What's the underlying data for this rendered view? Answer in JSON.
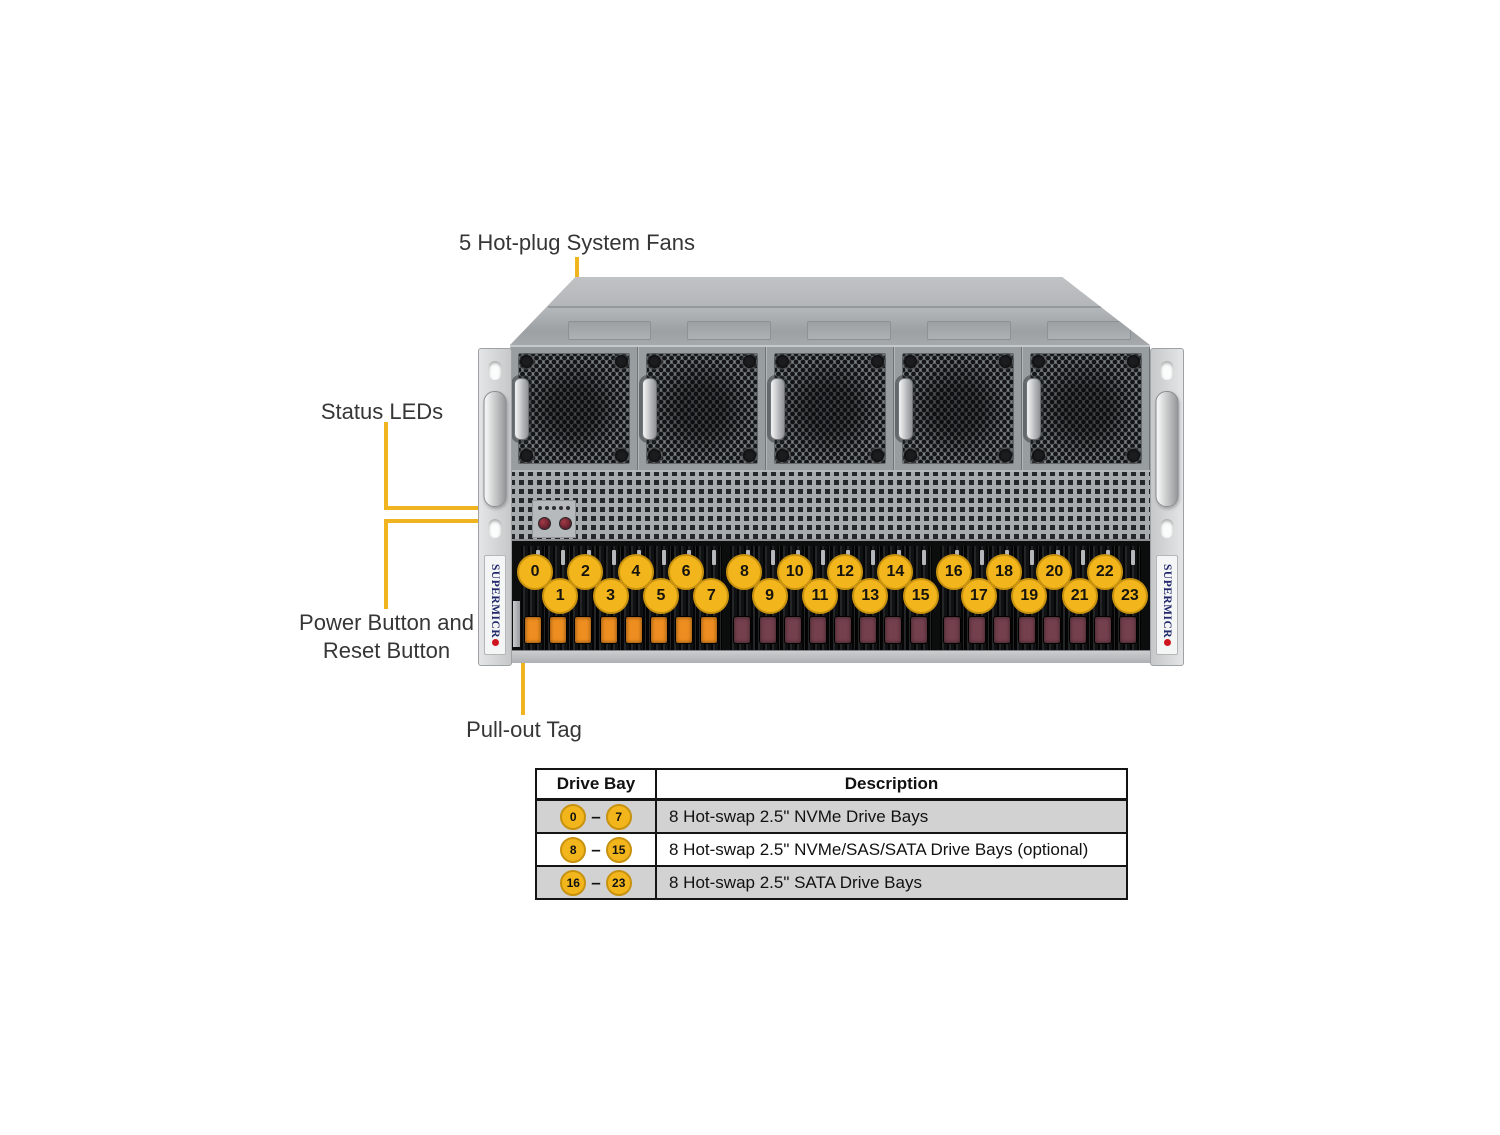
{
  "figure": {
    "callouts": {
      "fans": "5 Hot-plug System Fans",
      "status_leds": "Status LEDs",
      "power_line1": "Power Button and",
      "power_line2": "Reset Button",
      "pullout": "Pull-out Tag"
    }
  },
  "server": {
    "brand": "SUPERMICR",
    "fan_count": 5,
    "status_led_count": 5,
    "drive_groups": [
      {
        "bays": [
          0,
          1,
          2,
          3,
          4,
          5,
          6,
          7
        ],
        "latch": "#EE8E20"
      },
      {
        "bays": [
          8,
          9,
          10,
          11,
          12,
          13,
          14,
          15
        ],
        "latch": "#74404D"
      },
      {
        "bays": [
          16,
          17,
          18,
          19,
          20,
          21,
          22,
          23
        ],
        "latch": "#74404D"
      }
    ]
  },
  "table": {
    "headers": [
      "Drive Bay",
      "Description"
    ],
    "dash": "–",
    "rows": [
      {
        "range_start": "0",
        "range_end": "7",
        "description": "8 Hot-swap 2.5\" NVMe Drive Bays",
        "shaded": true
      },
      {
        "range_start": "8",
        "range_end": "15",
        "description": "8 Hot-swap 2.5\" NVMe/SAS/SATA Drive Bays (optional)",
        "shaded": false
      },
      {
        "range_start": "16",
        "range_end": "23",
        "description": "8 Hot-swap 2.5\" SATA Drive Bays",
        "shaded": true
      }
    ]
  },
  "colors": {
    "callout_line": "#EFB41F",
    "bay_badge": "#F2B61C",
    "bay_badge_border": "#C8920F",
    "brand_navy": "#20276B",
    "brand_red": "#CF1420",
    "table_shaded_row": "#D2D2D2"
  }
}
